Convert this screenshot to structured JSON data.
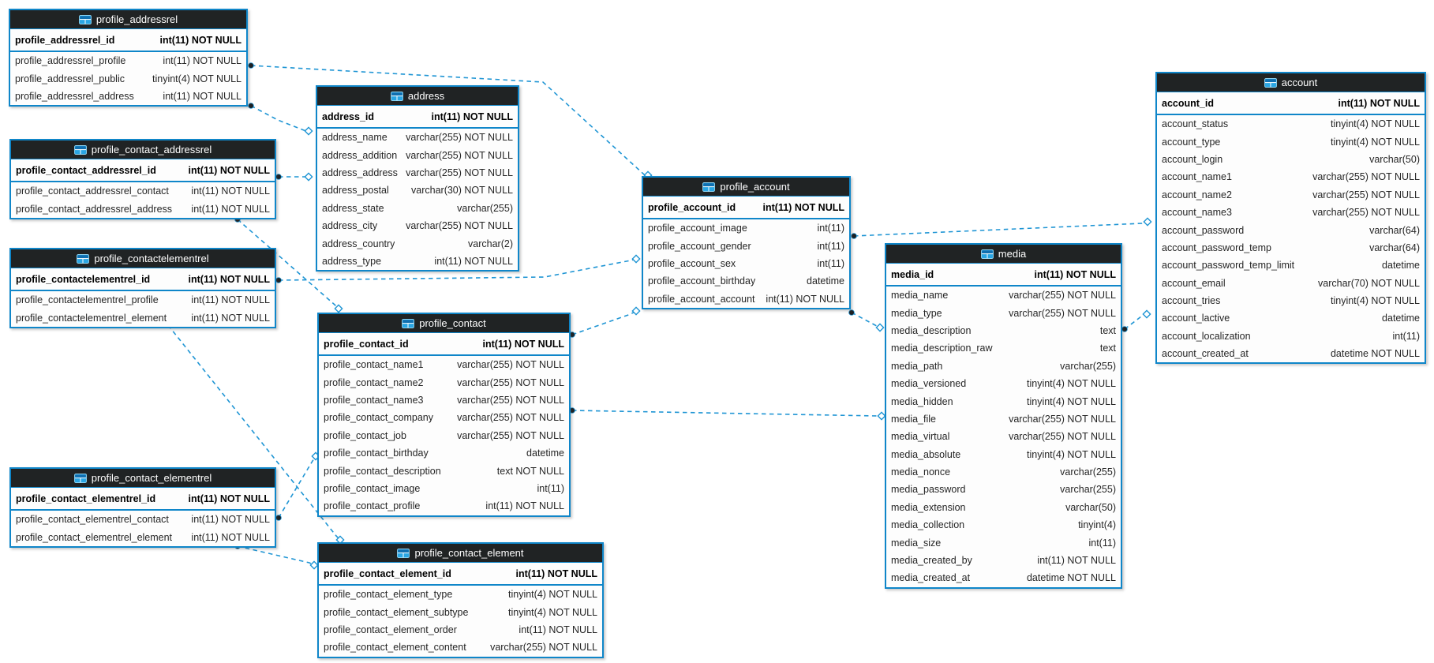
{
  "diagram": {
    "tables": [
      {
        "name": "profile_addressrel",
        "icon": "table-icon",
        "primary_key": {
          "name": "profile_addressrel_id",
          "type": "int(11) NOT NULL"
        },
        "columns": [
          {
            "name": "profile_addressrel_profile",
            "type": "int(11) NOT NULL"
          },
          {
            "name": "profile_addressrel_public",
            "type": "tinyint(4) NOT NULL"
          },
          {
            "name": "profile_addressrel_address",
            "type": "int(11) NOT NULL"
          }
        ]
      },
      {
        "name": "profile_contact_addressrel",
        "icon": "table-icon",
        "primary_key": {
          "name": "profile_contact_addressrel_id",
          "type": "int(11) NOT NULL"
        },
        "columns": [
          {
            "name": "profile_contact_addressrel_contact",
            "type": "int(11) NOT NULL"
          },
          {
            "name": "profile_contact_addressrel_address",
            "type": "int(11) NOT NULL"
          }
        ]
      },
      {
        "name": "profile_contactelementrel",
        "icon": "table-icon",
        "primary_key": {
          "name": "profile_contactelementrel_id",
          "type": "int(11) NOT NULL"
        },
        "columns": [
          {
            "name": "profile_contactelementrel_profile",
            "type": "int(11) NOT NULL"
          },
          {
            "name": "profile_contactelementrel_element",
            "type": "int(11) NOT NULL"
          }
        ]
      },
      {
        "name": "profile_contact_elementrel",
        "icon": "table-icon",
        "primary_key": {
          "name": "profile_contact_elementrel_id",
          "type": "int(11) NOT NULL"
        },
        "columns": [
          {
            "name": "profile_contact_elementrel_contact",
            "type": "int(11) NOT NULL"
          },
          {
            "name": "profile_contact_elementrel_element",
            "type": "int(11) NOT NULL"
          }
        ]
      },
      {
        "name": "address",
        "icon": "table-icon",
        "primary_key": {
          "name": "address_id",
          "type": "int(11) NOT NULL"
        },
        "columns": [
          {
            "name": "address_name",
            "type": "varchar(255) NOT NULL"
          },
          {
            "name": "address_addition",
            "type": "varchar(255) NOT NULL"
          },
          {
            "name": "address_address",
            "type": "varchar(255) NOT NULL"
          },
          {
            "name": "address_postal",
            "type": "varchar(30) NOT NULL"
          },
          {
            "name": "address_state",
            "type": "varchar(255)"
          },
          {
            "name": "address_city",
            "type": "varchar(255) NOT NULL"
          },
          {
            "name": "address_country",
            "type": "varchar(2)"
          },
          {
            "name": "address_type",
            "type": "int(11) NOT NULL"
          }
        ]
      },
      {
        "name": "profile_contact",
        "icon": "table-icon",
        "primary_key": {
          "name": "profile_contact_id",
          "type": "int(11) NOT NULL"
        },
        "columns": [
          {
            "name": "profile_contact_name1",
            "type": "varchar(255) NOT NULL"
          },
          {
            "name": "profile_contact_name2",
            "type": "varchar(255) NOT NULL"
          },
          {
            "name": "profile_contact_name3",
            "type": "varchar(255) NOT NULL"
          },
          {
            "name": "profile_contact_company",
            "type": "varchar(255) NOT NULL"
          },
          {
            "name": "profile_contact_job",
            "type": "varchar(255) NOT NULL"
          },
          {
            "name": "profile_contact_birthday",
            "type": "datetime"
          },
          {
            "name": "profile_contact_description",
            "type": "text NOT NULL"
          },
          {
            "name": "profile_contact_image",
            "type": "int(11)"
          },
          {
            "name": "profile_contact_profile",
            "type": "int(11) NOT NULL"
          }
        ]
      },
      {
        "name": "profile_contact_element",
        "icon": "table-icon",
        "primary_key": {
          "name": "profile_contact_element_id",
          "type": "int(11) NOT NULL"
        },
        "columns": [
          {
            "name": "profile_contact_element_type",
            "type": "tinyint(4) NOT NULL"
          },
          {
            "name": "profile_contact_element_subtype",
            "type": "tinyint(4) NOT NULL"
          },
          {
            "name": "profile_contact_element_order",
            "type": "int(11) NOT NULL"
          },
          {
            "name": "profile_contact_element_content",
            "type": "varchar(255) NOT NULL"
          }
        ]
      },
      {
        "name": "profile_account",
        "icon": "table-icon",
        "primary_key": {
          "name": "profile_account_id",
          "type": "int(11) NOT NULL"
        },
        "columns": [
          {
            "name": "profile_account_image",
            "type": "int(11)"
          },
          {
            "name": "profile_account_gender",
            "type": "int(11)"
          },
          {
            "name": "profile_account_sex",
            "type": "int(11)"
          },
          {
            "name": "profile_account_birthday",
            "type": "datetime"
          },
          {
            "name": "profile_account_account",
            "type": "int(11) NOT NULL"
          }
        ]
      },
      {
        "name": "media",
        "icon": "table-icon",
        "primary_key": {
          "name": "media_id",
          "type": "int(11) NOT NULL"
        },
        "columns": [
          {
            "name": "media_name",
            "type": "varchar(255) NOT NULL"
          },
          {
            "name": "media_type",
            "type": "varchar(255) NOT NULL"
          },
          {
            "name": "media_description",
            "type": "text"
          },
          {
            "name": "media_description_raw",
            "type": "text"
          },
          {
            "name": "media_path",
            "type": "varchar(255)"
          },
          {
            "name": "media_versioned",
            "type": "tinyint(4) NOT NULL"
          },
          {
            "name": "media_hidden",
            "type": "tinyint(4) NOT NULL"
          },
          {
            "name": "media_file",
            "type": "varchar(255) NOT NULL"
          },
          {
            "name": "media_virtual",
            "type": "varchar(255) NOT NULL"
          },
          {
            "name": "media_absolute",
            "type": "tinyint(4) NOT NULL"
          },
          {
            "name": "media_nonce",
            "type": "varchar(255)"
          },
          {
            "name": "media_password",
            "type": "varchar(255)"
          },
          {
            "name": "media_extension",
            "type": "varchar(50)"
          },
          {
            "name": "media_collection",
            "type": "tinyint(4)"
          },
          {
            "name": "media_size",
            "type": "int(11)"
          },
          {
            "name": "media_created_by",
            "type": "int(11) NOT NULL"
          },
          {
            "name": "media_created_at",
            "type": "datetime NOT NULL"
          }
        ]
      },
      {
        "name": "account",
        "icon": "table-icon",
        "primary_key": {
          "name": "account_id",
          "type": "int(11) NOT NULL"
        },
        "columns": [
          {
            "name": "account_status",
            "type": "tinyint(4) NOT NULL"
          },
          {
            "name": "account_type",
            "type": "tinyint(4) NOT NULL"
          },
          {
            "name": "account_login",
            "type": "varchar(50)"
          },
          {
            "name": "account_name1",
            "type": "varchar(255) NOT NULL"
          },
          {
            "name": "account_name2",
            "type": "varchar(255) NOT NULL"
          },
          {
            "name": "account_name3",
            "type": "varchar(255) NOT NULL"
          },
          {
            "name": "account_password",
            "type": "varchar(64)"
          },
          {
            "name": "account_password_temp",
            "type": "varchar(64)"
          },
          {
            "name": "account_password_temp_limit",
            "type": "datetime"
          },
          {
            "name": "account_email",
            "type": "varchar(70) NOT NULL"
          },
          {
            "name": "account_tries",
            "type": "tinyint(4) NOT NULL"
          },
          {
            "name": "account_lactive",
            "type": "datetime"
          },
          {
            "name": "account_localization",
            "type": "int(11)"
          },
          {
            "name": "account_created_at",
            "type": "datetime NOT NULL"
          }
        ]
      }
    ],
    "connections": [
      {
        "from": "profile_addressrel",
        "to": "profile_account"
      },
      {
        "from": "profile_addressrel",
        "to": "address"
      },
      {
        "from": "profile_contact_addressrel",
        "to": "address"
      },
      {
        "from": "profile_contact_addressrel",
        "to": "profile_contact"
      },
      {
        "from": "profile_contactelementrel",
        "to": "profile_account"
      },
      {
        "from": "profile_contactelementrel",
        "to": "profile_contact_element"
      },
      {
        "from": "profile_contact_elementrel",
        "to": "profile_contact"
      },
      {
        "from": "profile_contact_elementrel",
        "to": "profile_contact_element"
      },
      {
        "from": "profile_contact",
        "to": "profile_account"
      },
      {
        "from": "profile_contact",
        "to": "media"
      },
      {
        "from": "profile_account",
        "to": "media"
      },
      {
        "from": "profile_account",
        "to": "account"
      },
      {
        "from": "media",
        "to": "account"
      }
    ]
  },
  "colors": {
    "table_border": "#0f86c9",
    "header_bg": "#202324",
    "header_text": "#ffffff",
    "relationship_line": "#1f95d4",
    "icon_blue": "#2aa6e4",
    "canvas_bg": "#ffffff"
  }
}
